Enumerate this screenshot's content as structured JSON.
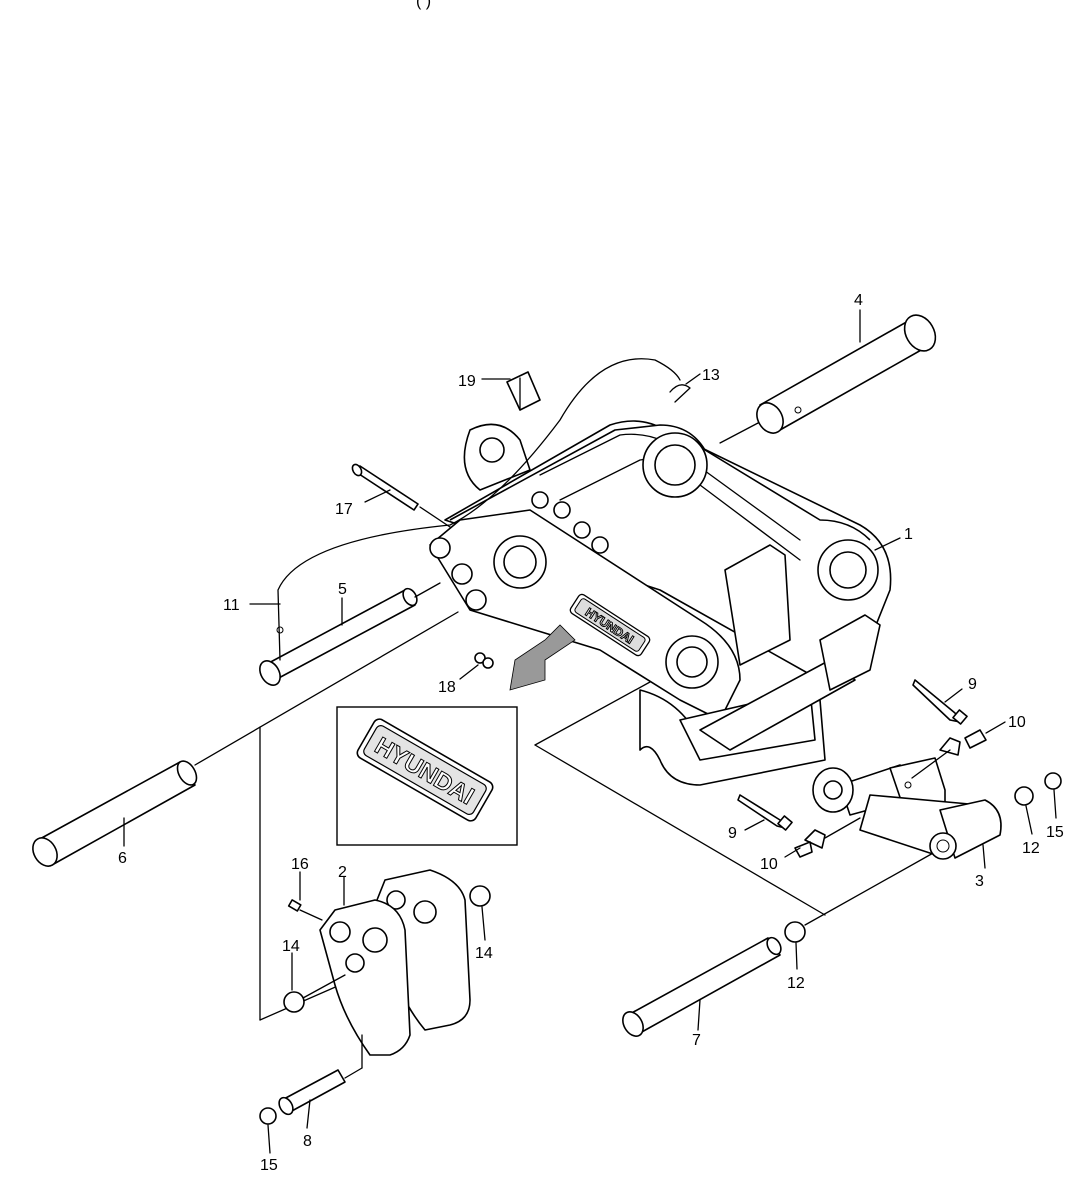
{
  "header": {
    "fragment": "(                                                                            )"
  },
  "brand": {
    "logo_text": "HYUNDAI",
    "inset_logo_text": "HYUNDAI"
  },
  "callouts": [
    {
      "id": "c1",
      "label": "1"
    },
    {
      "id": "c2",
      "label": "2"
    },
    {
      "id": "c3",
      "label": "3"
    },
    {
      "id": "c4",
      "label": "4"
    },
    {
      "id": "c5",
      "label": "5"
    },
    {
      "id": "c6",
      "label": "6"
    },
    {
      "id": "c7",
      "label": "7"
    },
    {
      "id": "c8",
      "label": "8"
    },
    {
      "id": "c9a",
      "label": "9"
    },
    {
      "id": "c9b",
      "label": "9"
    },
    {
      "id": "c10a",
      "label": "10"
    },
    {
      "id": "c10b",
      "label": "10"
    },
    {
      "id": "c11",
      "label": "11"
    },
    {
      "id": "c12a",
      "label": "12"
    },
    {
      "id": "c12b",
      "label": "12"
    },
    {
      "id": "c13",
      "label": "13"
    },
    {
      "id": "c14a",
      "label": "14"
    },
    {
      "id": "c14b",
      "label": "14"
    },
    {
      "id": "c15a",
      "label": "15"
    },
    {
      "id": "c15b",
      "label": "15"
    },
    {
      "id": "c16",
      "label": "16"
    },
    {
      "id": "c17",
      "label": "17"
    },
    {
      "id": "c18",
      "label": "18"
    },
    {
      "id": "c19",
      "label": "19"
    }
  ]
}
